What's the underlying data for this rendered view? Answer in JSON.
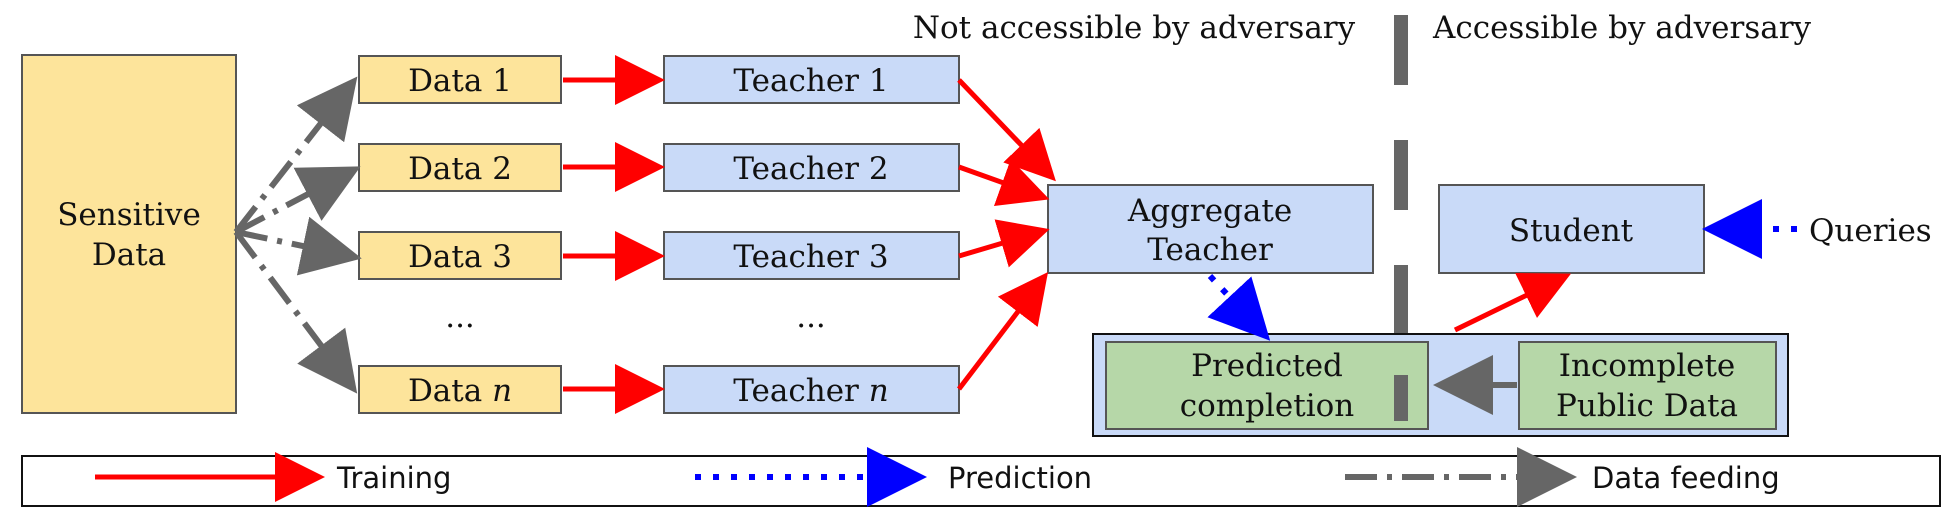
{
  "colors": {
    "sensitive_fill": "#fde49b",
    "teacher_fill": "#c9daf8",
    "green_fill": "#b6d7a8",
    "container_fill": "#c9daf8",
    "training": "#ff0000",
    "prediction": "#0000ff",
    "feeding": "#666666",
    "border": "#555555"
  },
  "header": {
    "not_accessible": "Not accessible by adversary",
    "accessible": "Accessible by adversary"
  },
  "sensitive": {
    "line1": "Sensitive",
    "line2": "Data"
  },
  "data_boxes": [
    {
      "prefix": "Data ",
      "suffix": "1"
    },
    {
      "prefix": "Data ",
      "suffix": "2"
    },
    {
      "prefix": "Data ",
      "suffix": "3"
    },
    {
      "prefix": "Data ",
      "suffix": "n"
    }
  ],
  "teacher_boxes": [
    {
      "prefix": "Teacher ",
      "suffix": "1"
    },
    {
      "prefix": "Teacher ",
      "suffix": "2"
    },
    {
      "prefix": "Teacher ",
      "suffix": "3"
    },
    {
      "prefix": "Teacher ",
      "suffix": "n"
    }
  ],
  "ellipsis": "...",
  "aggregate": {
    "line1": "Aggregate",
    "line2": "Teacher"
  },
  "student": "Student",
  "queries": "Queries",
  "predicted": {
    "line1": "Predicted",
    "line2": "completion"
  },
  "incomplete": {
    "line1": "Incomplete",
    "line2": "Public Data"
  },
  "legend": {
    "training": "Training",
    "prediction": "Prediction",
    "feeding": "Data feeding"
  }
}
